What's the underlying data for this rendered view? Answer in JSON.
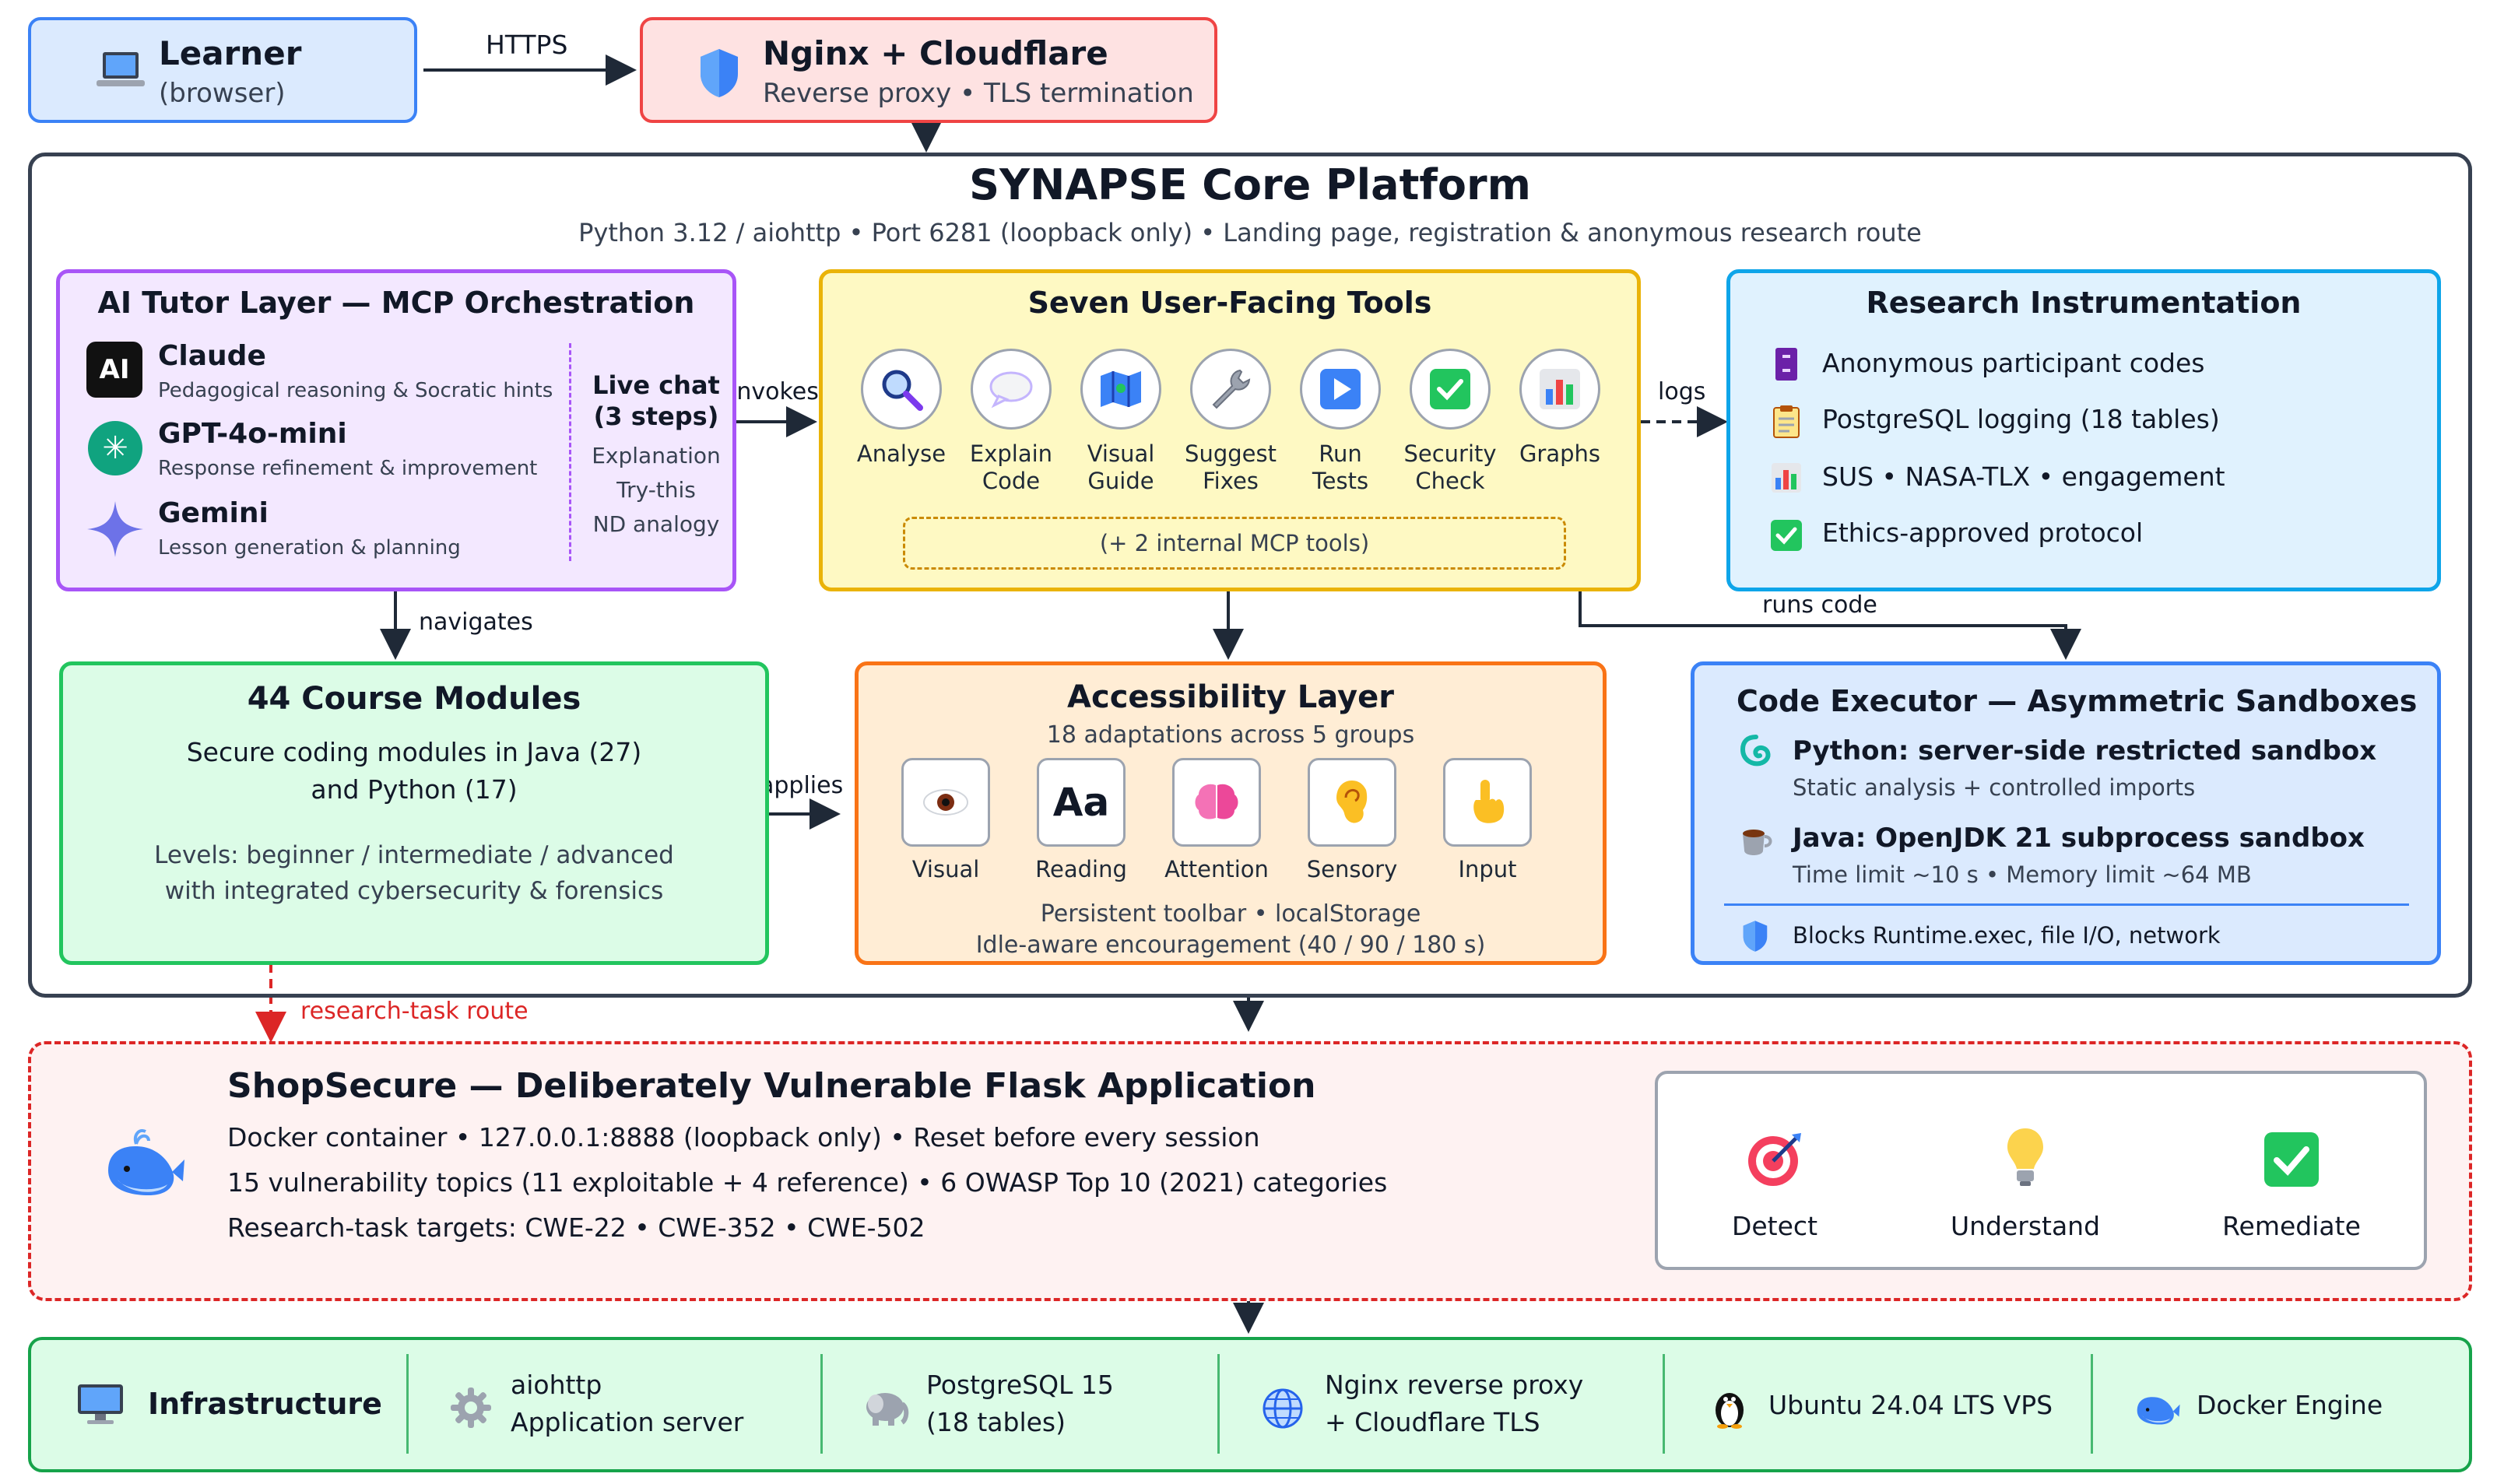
{
  "learner": {
    "title": "Learner",
    "subtitle": "(browser)",
    "icon": "laptop-icon"
  },
  "https_label": "HTTPS",
  "proxy": {
    "title": "Nginx + Cloudflare",
    "subtitle": "Reverse proxy • TLS termination",
    "icon": "shield-icon"
  },
  "core": {
    "title": "SYNAPSE Core Platform",
    "subtitle": "Python 3.12 / aiohttp • Port 6281 (loopback only) • Landing page, registration & anonymous research route"
  },
  "tutor": {
    "title": "AI Tutor Layer — MCP Orchestration",
    "models": [
      {
        "name": "Claude",
        "desc": "Pedagogical reasoning & Socratic hints",
        "icon": "claude-icon",
        "badge": "AI"
      },
      {
        "name": "GPT-4o-mini",
        "desc": "Response refinement & improvement",
        "icon": "openai-icon"
      },
      {
        "name": "Gemini",
        "desc": "Lesson generation & planning",
        "icon": "gemini-icon"
      }
    ],
    "chat_title": "Live chat\n(3 steps)",
    "chat_steps": [
      "Explanation",
      "Try-this",
      "ND analogy"
    ]
  },
  "invokes_label": "invokes",
  "logs_label": "logs",
  "navigates_label": "navigates",
  "applies_label": "applies",
  "runs_code_label": "runs code",
  "research_route_label": "research-task route",
  "tools": {
    "title": "Seven User-Facing Tools",
    "items": [
      {
        "label": "Analyse",
        "icon": "magnifier-icon"
      },
      {
        "label": "Explain\nCode",
        "icon": "speech-bubble-icon"
      },
      {
        "label": "Visual\nGuide",
        "icon": "map-icon"
      },
      {
        "label": "Suggest\nFixes",
        "icon": "wrench-icon"
      },
      {
        "label": "Run\nTests",
        "icon": "play-icon"
      },
      {
        "label": "Security\nCheck",
        "icon": "checkmark-icon"
      },
      {
        "label": "Graphs",
        "icon": "bar-chart-icon"
      }
    ],
    "internal": "(+ 2 internal MCP tools)"
  },
  "research": {
    "title": "Research Instrumentation",
    "items": [
      {
        "text": "Anonymous participant codes",
        "icon": "file-cabinet-icon"
      },
      {
        "text": "PostgreSQL logging (18 tables)",
        "icon": "clipboard-icon"
      },
      {
        "text": "SUS • NASA-TLX • engagement",
        "icon": "bar-chart-icon"
      },
      {
        "text": "Ethics-approved protocol",
        "icon": "checkmark-icon"
      }
    ]
  },
  "modules": {
    "title": "44 Course Modules",
    "line1": "Secure coding modules in Java (27)",
    "line2": "and Python (17)",
    "line3": "Levels: beginner / intermediate / advanced",
    "line4": "with integrated cybersecurity & forensics"
  },
  "access": {
    "title": "Accessibility Layer",
    "subtitle": "18 adaptations across 5 groups",
    "items": [
      {
        "label": "Visual",
        "icon": "eye-icon"
      },
      {
        "label": "Reading",
        "icon": "text-size-icon",
        "glyph": "Aa"
      },
      {
        "label": "Attention",
        "icon": "brain-icon"
      },
      {
        "label": "Sensory",
        "icon": "ear-icon"
      },
      {
        "label": "Input",
        "icon": "pointing-hand-icon"
      }
    ],
    "foot1": "Persistent toolbar • localStorage",
    "foot2": "Idle-aware encouragement (40 / 90 / 180 s)"
  },
  "executor": {
    "title": "Code Executor — Asymmetric Sandboxes",
    "python_title": "Python: server-side restricted sandbox",
    "python_desc": "Static analysis + controlled imports",
    "java_title": "Java: OpenJDK 21 subprocess sandbox",
    "java_desc": "Time limit ~10 s • Memory limit ~64 MB",
    "blocks": "Blocks Runtime.exec, file I/O, network"
  },
  "shop": {
    "title": "ShopSecure — Deliberately Vulnerable Flask Application",
    "line1": "Docker container • 127.0.0.1:8888 (loopback only) • Reset before every session",
    "line2": "15 vulnerability topics (11 exploitable + 4 reference) • 6 OWASP Top 10 (2021) categories",
    "line3": "Research-task targets: CWE-22 • CWE-352 • CWE-502",
    "icon": "whale-icon",
    "flow": [
      {
        "label": "Detect",
        "icon": "target-icon"
      },
      {
        "label": "Understand",
        "icon": "lightbulb-icon"
      },
      {
        "label": "Remediate",
        "icon": "checkmark-icon"
      }
    ]
  },
  "infra": {
    "title": "Infrastructure",
    "items": [
      {
        "line1": "aiohttp",
        "line2": "Application server",
        "icon": "gear-icon"
      },
      {
        "line1": "PostgreSQL 15",
        "line2": "(18 tables)",
        "icon": "elephant-icon"
      },
      {
        "line1": "Nginx reverse proxy",
        "line2": "+ Cloudflare TLS",
        "icon": "globe-icon"
      },
      {
        "line1": "Ubuntu 24.04 LTS VPS",
        "line2": "",
        "icon": "penguin-icon"
      },
      {
        "line1": "Docker Engine",
        "line2": "",
        "icon": "whale-icon"
      }
    ]
  },
  "colors": {
    "learner_bg": "#dbeafe",
    "learner_border": "#3b82f6",
    "proxy_bg": "#fee2e2",
    "proxy_border": "#ef4444",
    "core_border": "#374151",
    "tutor_bg": "#f3e8ff",
    "tutor_border": "#a855f7",
    "tools_bg": "#fef9c3",
    "tools_border": "#eab308",
    "research_bg": "#e0f2fe",
    "research_border": "#0ea5e9",
    "modules_bg": "#dcfce7",
    "modules_border": "#22c55e",
    "access_bg": "#ffedd5",
    "access_border": "#f97316",
    "executor_bg": "#dbeafe",
    "executor_border": "#3b82f6",
    "shop_bg": "#fef2f2",
    "shop_border": "#dc2626",
    "infra_bg": "#dcfce7",
    "infra_border": "#16a34a"
  }
}
